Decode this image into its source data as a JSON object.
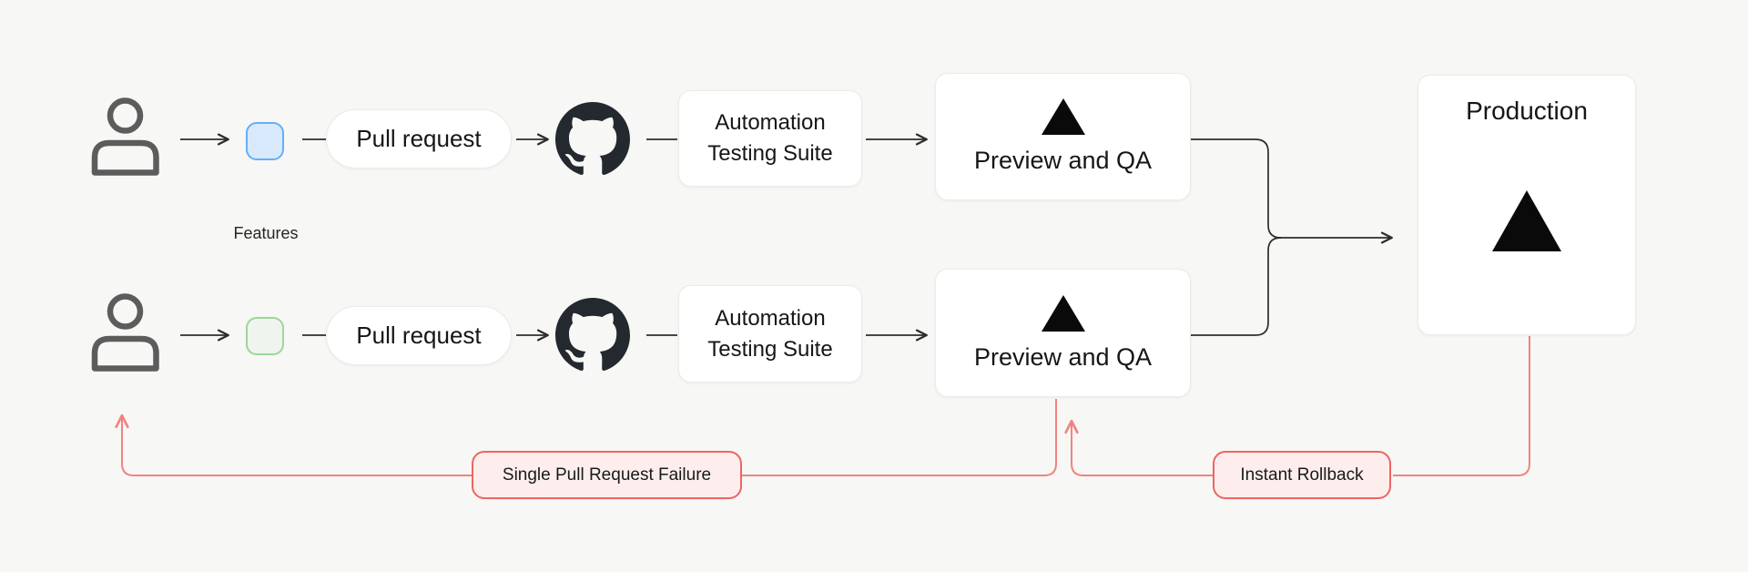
{
  "diagram": {
    "background": "#f7f7f5",
    "features_caption": "Features",
    "rows": [
      {
        "branch_chip": {
          "name": "feature-branch-blue",
          "fill": "#d9e9fc",
          "border": "#66aef6"
        },
        "pull_request_label": "Pull request",
        "testing_suite_line1": "Automation",
        "testing_suite_line2": "Testing Suite",
        "preview_label": "Preview and QA"
      },
      {
        "branch_chip": {
          "name": "feature-branch-green",
          "fill": "#f0f4ef",
          "border": "#98d898"
        },
        "pull_request_label": "Pull request",
        "testing_suite_line1": "Automation",
        "testing_suite_line2": "Testing Suite",
        "preview_label": "Preview and QA"
      }
    ],
    "production_label": "Production",
    "failure_badge": "Single Pull Request Failure",
    "rollback_badge": "Instant Rollback",
    "icons": {
      "person": "person-icon",
      "github": "github-icon",
      "vercel": "vercel-triangle-icon"
    },
    "colors": {
      "line_black": "#2d2d2d",
      "line_red": "#f18380",
      "badge_border_red": "#ee6562",
      "badge_fill_pink": "#fdeeed",
      "github_dark": "#24292f",
      "person_gray": "#5c5c5c",
      "node_border": "#ebebe8",
      "chip_blue_fill": "#d9e9fc",
      "chip_blue_border": "#66aef6",
      "chip_green_fill": "#f0f4ef",
      "chip_green_border": "#98d898"
    }
  }
}
